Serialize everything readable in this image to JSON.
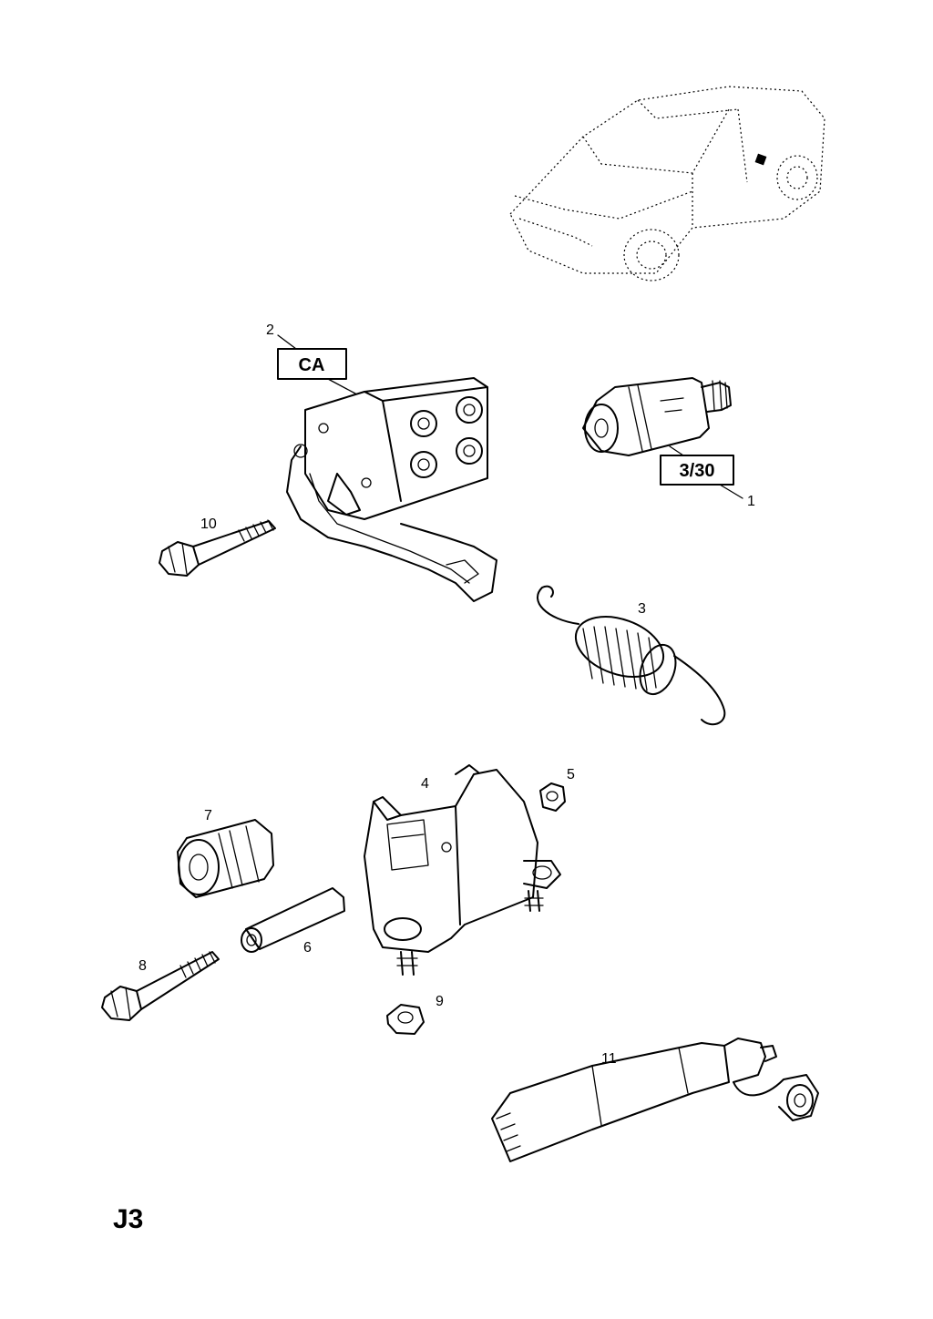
{
  "diagram": {
    "page_code": "J3",
    "boxed_labels": {
      "part_2_code": "CA",
      "part_1_code": "3/30"
    },
    "callouts": {
      "p1": "1",
      "p2": "2",
      "p3": "3",
      "p4": "4",
      "p5": "5",
      "p6": "6",
      "p7": "7",
      "p8": "8",
      "p9": "9",
      "p10": "10",
      "p11": "11"
    }
  }
}
